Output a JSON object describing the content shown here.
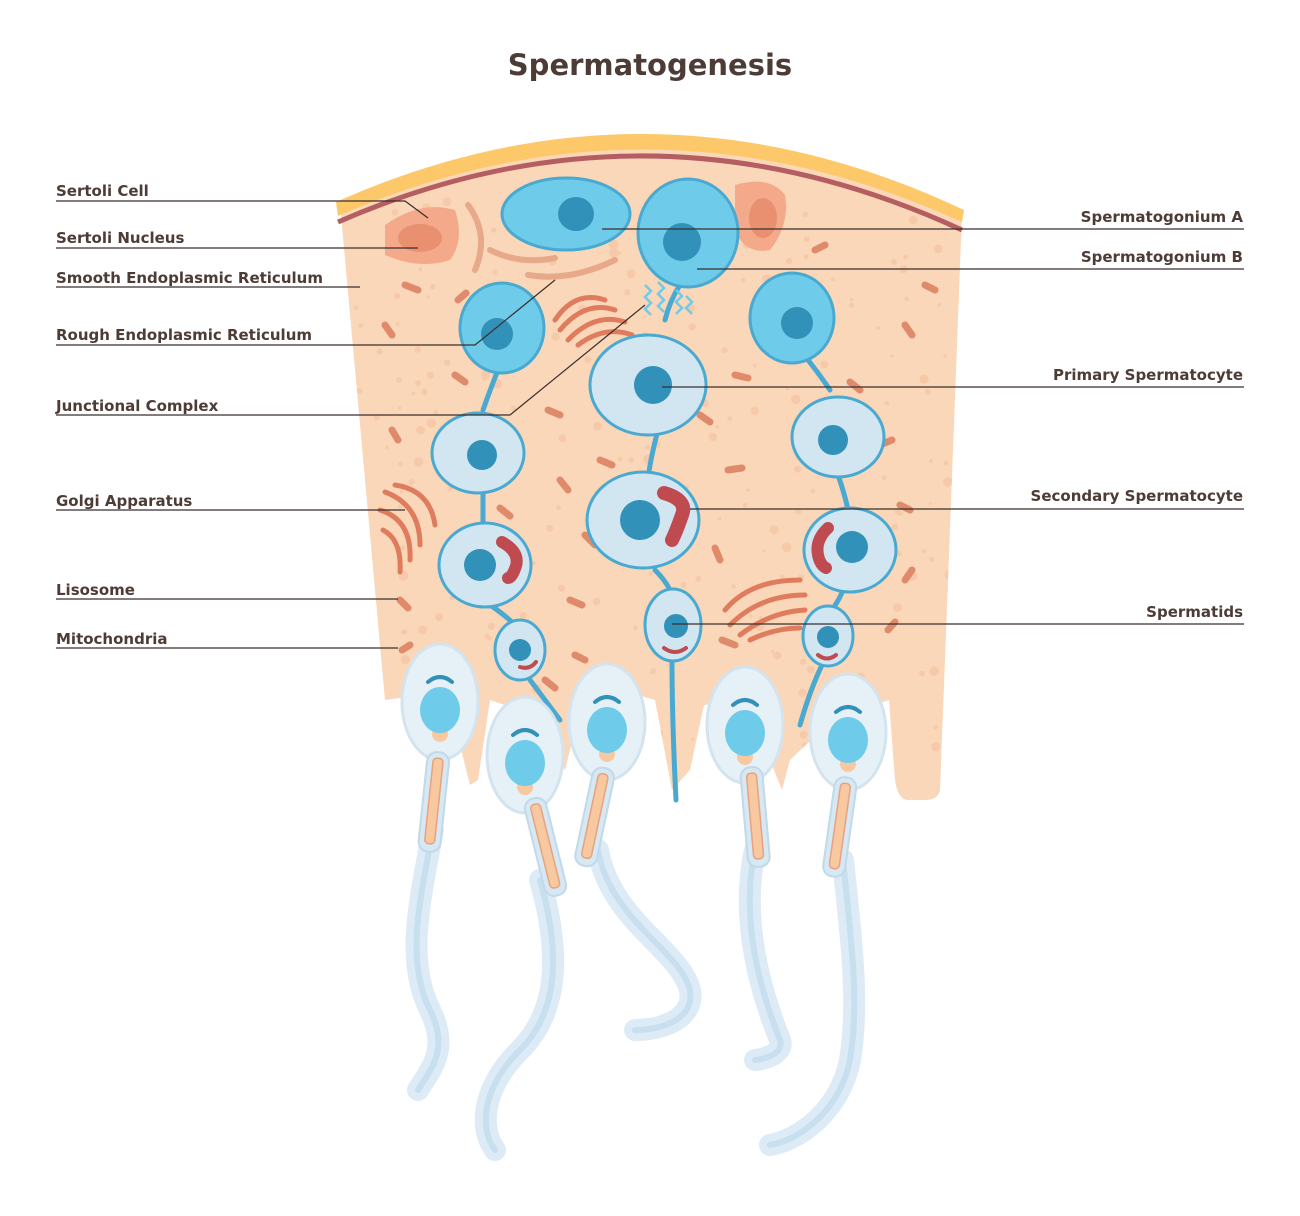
{
  "title": "Spermatogenesis",
  "colors": {
    "tissue": "#fbd7b9",
    "membrane_outer": "#fdc86a",
    "membrane_inner": "#b45e61",
    "cell_dark": "#6ecbe9",
    "cell_light": "#d2e6f1",
    "cell_edge": "#4aa9d0",
    "nucleus": "#3291b9",
    "organelle": "#e59377",
    "mitochondria_red": "#bf4b51",
    "sperm_body": "#d6e8f3",
    "label_text": "#4d3b36",
    "leader_line": "#3a2f2d"
  },
  "labels": {
    "left": [
      "Sertoli Cell",
      "Sertoli Nucleus",
      "Smooth Endoplasmic Reticulum",
      "Rough Endoplasmic Reticulum",
      "Junctional Complex",
      "Golgi Apparatus",
      "Lisosome",
      "Mitochondria"
    ],
    "right": [
      "Spermatogonium A",
      "Spermatogonium B",
      "Primary Spermatocyte",
      "Secondary Spermatocyte",
      "Spermatids"
    ]
  }
}
